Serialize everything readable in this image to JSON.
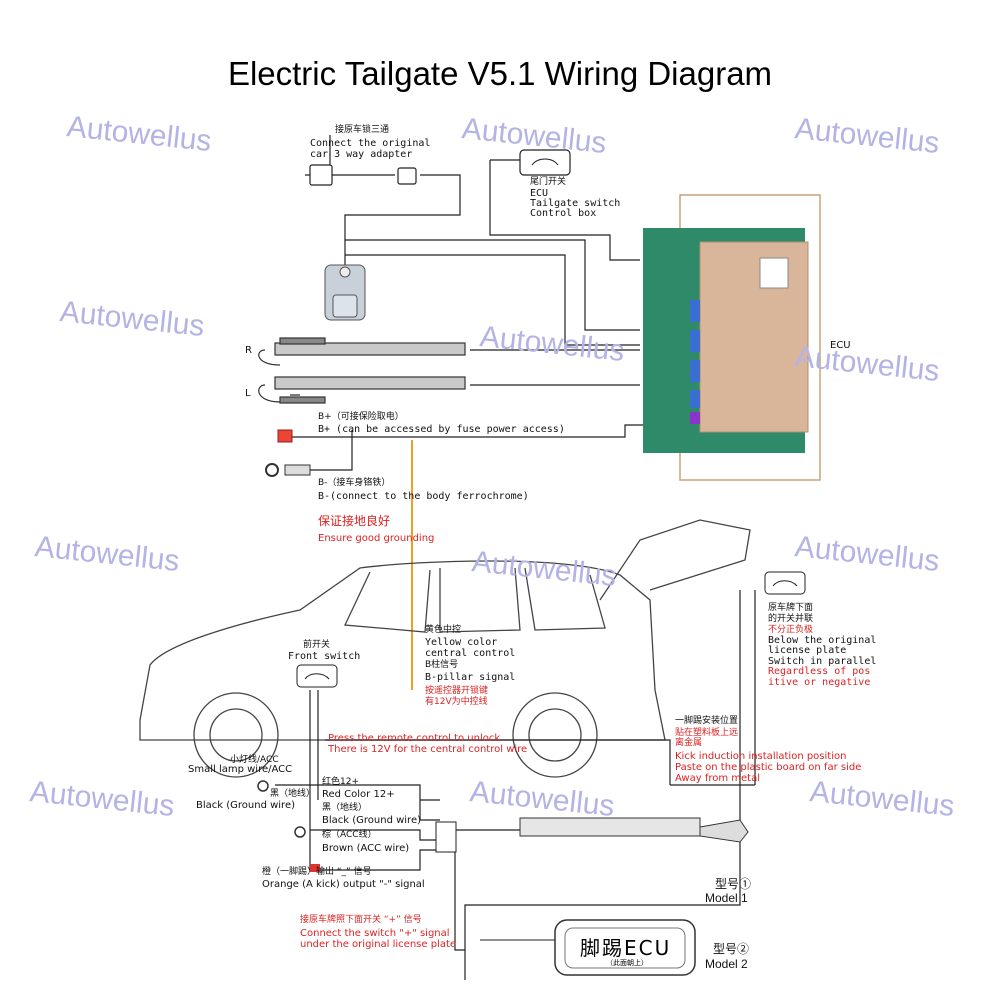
{
  "title": "Electric Tailgate V5.1 Wiring Diagram",
  "watermark": "Autowellus",
  "labels": {
    "adapter_cn": "接原车锁三通",
    "adapter_en_1": "Connect the original",
    "adapter_en_2": "car 3 way adapter",
    "switch_cn": "尾门开关",
    "switch_en_1": "ECU",
    "switch_en_2": "Tailgate switch",
    "switch_en_3": "Control box",
    "ecu": "ECU",
    "strut_r": "R",
    "strut_l": "L",
    "bplus_cn": "B+（可接保险取电）",
    "bplus_en": "B+ (can be accessed by fuse power access)",
    "bminus_cn": "B-（接车身铬铁）",
    "bminus_en": "B-(connect to the body ferrochrome)",
    "ground_cn": "保证接地良好",
    "ground_en": "Ensure good grounding",
    "yellow_cn": "黄色中控",
    "yellow_en_1": "Yellow color",
    "yellow_en_2": "central control",
    "bpillar_cn": "B柱信号",
    "bpillar_en": "B-pillar signal",
    "remote_cn_1": "按遥控器开锁键",
    "remote_cn_2": "有12V为中控线",
    "front_switch_cn": "前开关",
    "front_switch_en": "Front switch",
    "remote_en_1": "Press the remote control to unlock",
    "remote_en_2": "There is 12V for the central control wire",
    "lic_cn_1": "原车牌下面",
    "lic_cn_2": "的开关并联",
    "lic_cn_3": "不分正负极",
    "lic_en_1": "Below the original",
    "lic_en_2": "license plate",
    "lic_en_3": "Switch in parallel",
    "lic_en_4": "Regardless of pos",
    "lic_en_5": "itive or negative",
    "kick_cn_1": "一脚踢安装位置",
    "kick_cn_2": "贴在塑料板上远",
    "kick_cn_3": "离金属",
    "kick_en_1": "Kick induction installation position",
    "kick_en_2": "Paste on the plastic board on far side",
    "kick_en_3": "Away from metal",
    "acc_cn": "小灯线/ACC",
    "acc_en": "Small lamp wire/ACC",
    "black_cn": "黑（地线）",
    "black_en": "Black (Ground wire)",
    "red_cn": "红色12+",
    "red_en": "Red Color 12+",
    "black2_cn": "黑（地线）",
    "black2_en": "Black (Ground wire)",
    "brown_cn": "棕（ACC线）",
    "brown_en": "Brown (ACC wire)",
    "orange_cn": "橙（一脚踢）输出 “_” 信号",
    "orange_en": "Orange (A kick) output \"-\" signal",
    "plate_cn": "接原车牌照下面开关 “+” 信号",
    "plate_en_1": "Connect the switch \"+\" signal",
    "plate_en_2": "under the original license plate",
    "kick_ecu": "脚踢ECU",
    "kick_ecu_sub": "（此面朝上）",
    "model1_cn": "型号①",
    "model1_en": "Model 1",
    "model2_cn": "型号②",
    "model2_en": "Model 2"
  },
  "colors": {
    "accent_red": "#dd2222",
    "wire_orange": "#f0a020",
    "watermark": "#b3b3e6",
    "pcb_green": "#2f8a6a",
    "ecu_box": "#c9a27a"
  },
  "icons": [
    "connector-icon",
    "switch-button-icon",
    "tailgate-latch-icon",
    "strut-icon",
    "fuse-icon",
    "ground-ring-icon",
    "car-icon",
    "ecu-board-icon"
  ]
}
